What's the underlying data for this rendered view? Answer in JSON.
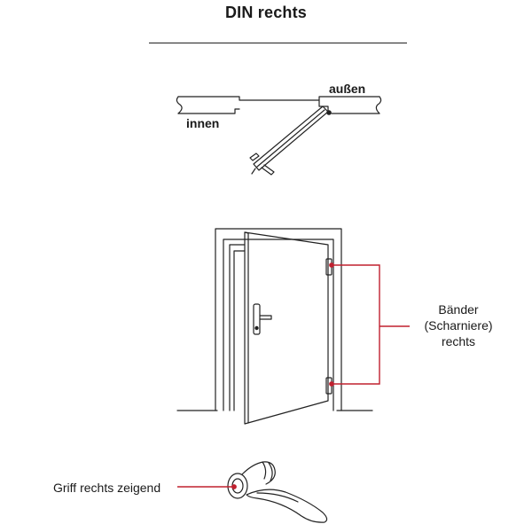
{
  "title": "DIN rechts",
  "plan": {
    "outside_label": "außen",
    "inside_label": "innen"
  },
  "hinges": {
    "line1": "Bänder",
    "line2": "(Scharniere)",
    "line3": "rechts"
  },
  "handle": {
    "label": "Griff rechts zeigend"
  },
  "colors": {
    "line": "#222222",
    "accent": "#c0202f"
  }
}
